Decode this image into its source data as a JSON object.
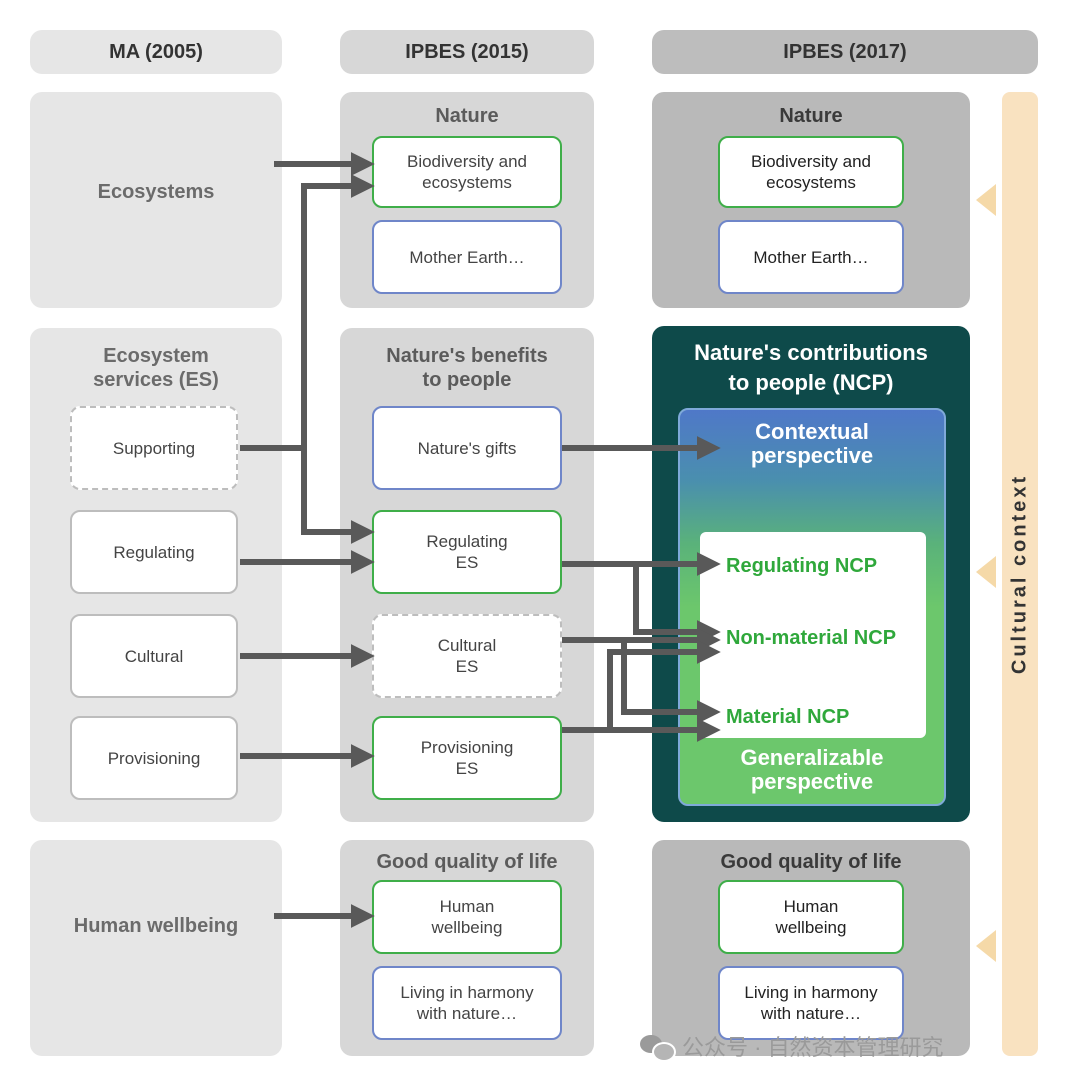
{
  "headers": {
    "ma": "MA (2005)",
    "ipbes2015": "IPBES (2015)",
    "ipbes2017": "IPBES (2017)"
  },
  "ma": {
    "ecosystems": "Ecosystems",
    "es_title": "Ecosystem\nservices (ES)",
    "supporting": "Supporting",
    "regulating": "Regulating",
    "cultural": "Cultural",
    "provisioning": "Provisioning",
    "wellbeing": "Human wellbeing"
  },
  "ipbes2015": {
    "nature_title": "Nature",
    "biodiversity": "Biodiversity and\necosystems",
    "mother_earth": "Mother Earth…",
    "benefits_title": "Nature's benefits\nto people",
    "gifts": "Nature's gifts",
    "regulating_es": "Regulating\nES",
    "cultural_es": "Cultural\nES",
    "provisioning_es": "Provisioning\nES",
    "gql_title": "Good quality of life",
    "human_wellbeing": "Human\nwellbeing",
    "harmony": "Living in harmony\nwith nature…"
  },
  "ipbes2017": {
    "nature_title": "Nature",
    "biodiversity": "Biodiversity and\necosystems",
    "mother_earth": "Mother Earth…",
    "ncp_title": "Nature's contributions\nto people (NCP)",
    "contextual": "Contextual\nperspective",
    "regulating_ncp": "Regulating NCP",
    "nonmaterial_ncp": "Non-material NCP",
    "material_ncp": "Material NCP",
    "generalizable": "Generalizable\nperspective",
    "gql_title": "Good quality of life",
    "human_wellbeing": "Human\nwellbeing",
    "harmony": "Living in harmony\nwith nature…"
  },
  "cultural_context": "Cultural context",
  "watermark": "公众号 · 自然资本管理研究",
  "colors": {
    "ma_panel": "#e6e6e6",
    "ipbes2015_panel": "#d4d4d4",
    "ipbes2017_panel": "#b5b5b5",
    "ncp_panel": "#0e4a4a",
    "green": "#3fae49",
    "blue": "#6f86c9",
    "arrow": "#595959",
    "context_bar": "#f9e2c0"
  }
}
